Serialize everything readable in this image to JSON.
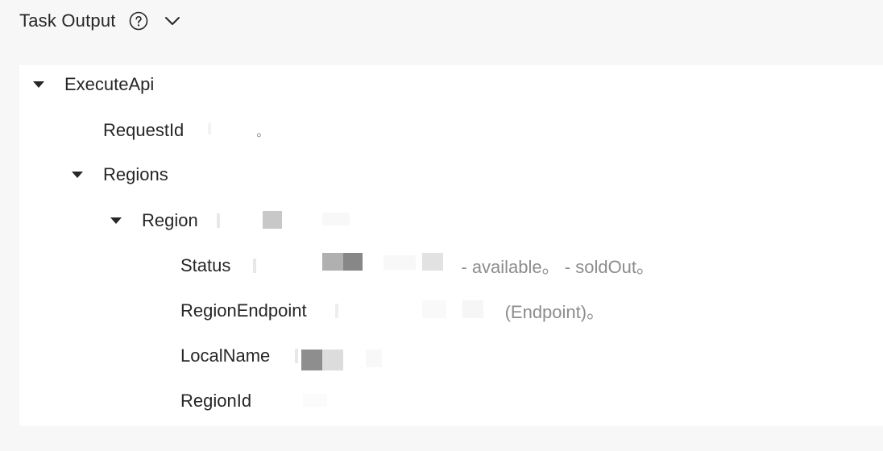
{
  "header": {
    "title": "Task Output"
  },
  "tree": {
    "execute_api": "ExecuteApi",
    "request_id": "RequestId",
    "request_id_desc": "。",
    "regions": "Regions",
    "region": "Region",
    "status": "Status",
    "status_desc": "- available。 - soldOut。",
    "region_endpoint": "RegionEndpoint",
    "region_endpoint_desc": "(Endpoint)。",
    "local_name": "LocalName",
    "region_id": "RegionId"
  },
  "colors": {
    "page_bg": "#f7f7f7",
    "panel_bg": "#ffffff",
    "text": "#262626",
    "muted": "#8c8c8c"
  },
  "icons": {
    "help": "help-circle-icon",
    "collapse": "chevron-down-icon",
    "expanded": "caret-down-icon"
  }
}
